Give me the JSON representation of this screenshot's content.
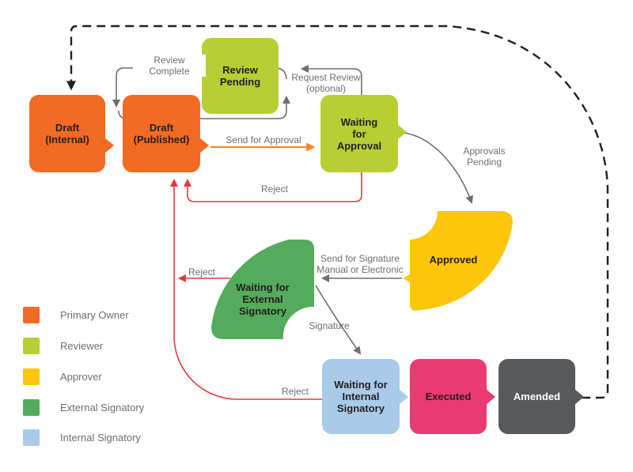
{
  "nodes": {
    "draft_internal": {
      "line1": "Draft",
      "line2": "(Internal)"
    },
    "draft_published": {
      "line1": "Draft",
      "line2": "(Published)"
    },
    "review_pending": {
      "line1": "Review",
      "line2": "Pending"
    },
    "waiting_for_approval": {
      "line1": "Waiting",
      "line2": "for",
      "line3": "Approval"
    },
    "approved": {
      "label": "Approved"
    },
    "waiting_external_signatory": {
      "line1": "Waiting for",
      "line2": "External",
      "line3": "Signatory"
    },
    "waiting_internal_signatory": {
      "line1": "Waiting for",
      "line2": "Internal",
      "line3": "Signatory"
    },
    "executed": {
      "label": "Executed"
    },
    "amended": {
      "label": "Amended"
    }
  },
  "edges": {
    "review_complete": {
      "line1": "Review",
      "line2": "Complete"
    },
    "request_review": {
      "line1": "Request Review",
      "line2": "(optional)"
    },
    "send_for_approval": {
      "label": "Send for Approval"
    },
    "reject_from_waiting_approval": {
      "label": "Reject"
    },
    "approvals_pending": {
      "line1": "Approvals",
      "line2": "Pending"
    },
    "send_for_signature": {
      "line1": "Send for Signature",
      "line2": "Manual or Electronic"
    },
    "signature": {
      "label": "Signature"
    },
    "reject_from_external_signatory": {
      "label": "Reject"
    },
    "reject_from_internal_signatory": {
      "label": "Reject"
    }
  },
  "legend": {
    "items": [
      {
        "label": "Primary Owner",
        "color": "#F26A24"
      },
      {
        "label": "Reviewer",
        "color": "#B8CE33"
      },
      {
        "label": "Approver",
        "color": "#FDC608"
      },
      {
        "label": "External Signatory",
        "color": "#53AC5B"
      },
      {
        "label": "Internal Signatory",
        "color": "#A9CAE8"
      }
    ]
  },
  "colors": {
    "primary_owner": "#F26A24",
    "reviewer": "#B8CE33",
    "approver": "#FDC608",
    "external_signatory": "#53AC5B",
    "internal_signatory": "#A9CAE8",
    "executed": "#E93A72",
    "amended": "#58595B",
    "reject_line": "#E03A3C",
    "approval_arrow": "#F58220",
    "connector": "#6D6E71",
    "dashed_line": "#231F20",
    "node_text": "#231F20"
  }
}
